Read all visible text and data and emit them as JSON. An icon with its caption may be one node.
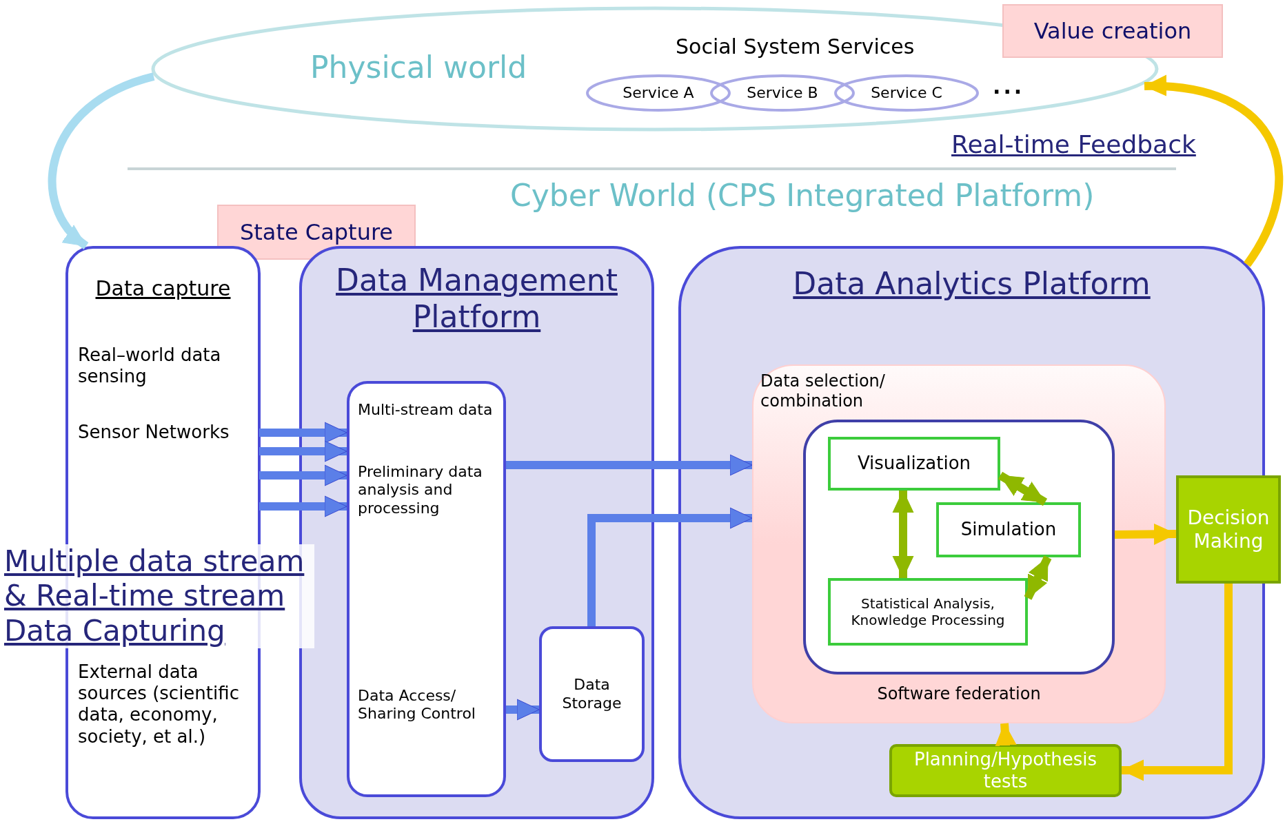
{
  "diagram": {
    "nodes": [
      {
        "text": [
          "Physical world",
          "Social System Services"
        ]
      },
      {
        "text": [
          "Service A"
        ],
        "in": 0
      },
      {
        "text": [
          "Service B"
        ],
        "in": 0
      },
      {
        "text": [
          "Service C"
        ],
        "in": 0
      },
      {
        "text": [
          "Value creation"
        ]
      },
      {
        "text": [
          "State Capture"
        ]
      },
      {
        "text": [
          "Data capture"
        ]
      },
      {
        "text": [
          "Real–world data sensing"
        ],
        "in": 6
      },
      {
        "text": [
          "Sensor Networks"
        ],
        "in": 6
      },
      {
        "text": [
          "External data sources (scientific data, economy, society, et al.)"
        ],
        "in": 6
      },
      {
        "text": [
          "Data Management Platform"
        ]
      },
      {
        "text": [
          "Multi-stream data",
          "Preliminary data analysis and processing",
          "Data Access/ Sharing Control"
        ],
        "in": 10
      },
      {
        "text": [
          "Data Storage"
        ],
        "in": 10
      },
      {
        "text": [
          "Data Analytics Platform"
        ]
      },
      {
        "text": [
          "Data selection/ combination",
          "Software federation"
        ],
        "in": 13
      },
      {
        "text": [],
        "shape": "box",
        "in": 14
      },
      {
        "text": [
          "Visualization"
        ],
        "in": 15
      },
      {
        "text": [
          "Simulation"
        ],
        "in": 15
      },
      {
        "text": [
          "Statistical Analysis, Knowledge Processing"
        ],
        "in": 15
      },
      {
        "text": [
          "Decision Making"
        ]
      },
      {
        "text": [
          "Planning/Hypothesis tests"
        ],
        "in": 13
      }
    ],
    "edges": [
      {
        "from": 0,
        "to": 6,
        "arrow": "to",
        "color": "#a8dcf0"
      },
      {
        "from": 8,
        "to": 11,
        "arrow": "to"
      },
      {
        "from": 8,
        "to": 11,
        "arrow": "to"
      },
      {
        "from": 8,
        "to": 11,
        "arrow": "to"
      },
      {
        "from": 8,
        "to": 11,
        "arrow": "to"
      },
      {
        "from": 11,
        "to": 14,
        "arrow": "to"
      },
      {
        "from": 11,
        "to": 12,
        "arrow": "to"
      },
      {
        "from": 12,
        "to": 14,
        "arrow": "to"
      },
      {
        "from": 16,
        "to": 18,
        "arrow": "both",
        "color": "#8fb800"
      },
      {
        "from": 16,
        "to": 17,
        "arrow": "both",
        "color": "#8fb800"
      },
      {
        "from": 17,
        "to": 18,
        "arrow": "both",
        "color": "#8fb800"
      },
      {
        "from": 15,
        "to": 19,
        "arrow": "to",
        "color": "#f5c800"
      },
      {
        "from": 19,
        "to": 20,
        "arrow": "to",
        "color": "#f5c800"
      },
      {
        "from": 20,
        "to": 14,
        "arrow": "to",
        "color": "#f5c800"
      },
      {
        "from": 13,
        "to": 0,
        "arrow": "to",
        "label": "Real-time Feedback",
        "color": "#f5c800"
      }
    ],
    "labels": [
      "...",
      "Cyber World (CPS Integrated Platform)",
      "Multiple data stream & Real-time stream Data Capturing"
    ]
  }
}
